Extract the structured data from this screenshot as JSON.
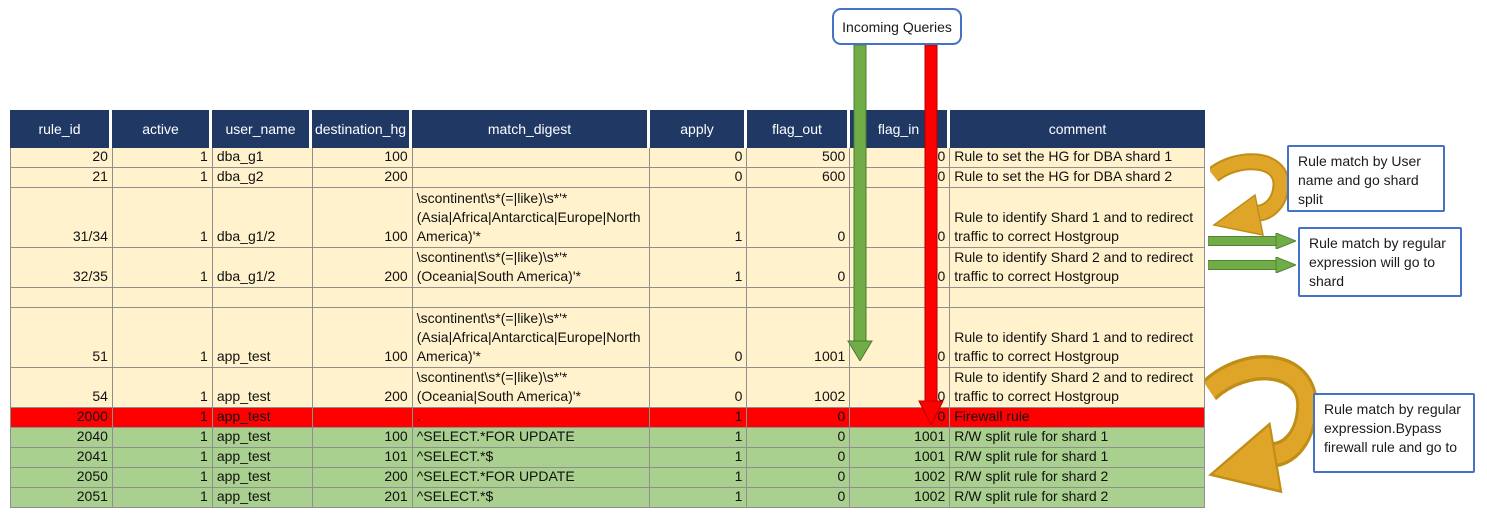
{
  "figure": {
    "incoming_label": "Incoming Queries",
    "callout_user_match": "Rule match by User name and go shard split",
    "callout_regex_match": "Rule match by regular expression will go to shard",
    "callout_regex_bypass": "Rule match by regular expression.Bypass firewall rule and go to"
  },
  "colors": {
    "header_bg": "#1F3864",
    "row_beige": "#FFF2CC",
    "row_red": "#FF0000",
    "row_green": "#A9D08E",
    "arrow_green": "#70AD47",
    "arrow_red": "#FF0000",
    "arrow_gold": "#DFA528",
    "callout_border": "#4472C4"
  },
  "table": {
    "columns": [
      "rule_id",
      "active",
      "user_name",
      "destination_hg",
      "match_digest",
      "apply",
      "flag_out",
      "flag_in",
      "comment"
    ],
    "rows": [
      {
        "variant": "beige",
        "cells": [
          "20",
          "1",
          "dba_g1",
          "100",
          "",
          "0",
          "500",
          "0",
          "Rule to set the HG for DBA shard 1"
        ]
      },
      {
        "variant": "beige",
        "cells": [
          "21",
          "1",
          "dba_g2",
          "200",
          "",
          "0",
          "600",
          "0",
          "Rule to set the HG for DBA shard 2"
        ]
      },
      {
        "variant": "beige",
        "cells": [
          "31/34",
          "1",
          "dba_g1/2",
          "100",
          "\\scontinent\\s*(=|like)\\s*'*(Asia|Africa|Antarctica|Europe|North America)'*",
          "1",
          "0",
          "0",
          "Rule to identify Shard 1 and to redirect traffic to correct Hostgroup"
        ]
      },
      {
        "variant": "beige",
        "cells": [
          "32/35",
          "1",
          "dba_g1/2",
          "200",
          "\\scontinent\\s*(=|like)\\s*'*(Oceania|South America)'*",
          "1",
          "0",
          "0",
          "Rule to identify Shard 2 and to redirect traffic to correct Hostgroup"
        ]
      },
      {
        "variant": "beige",
        "cells": [
          "",
          "",
          "",
          "",
          "",
          "",
          "",
          "",
          ""
        ]
      },
      {
        "variant": "beige",
        "cells": [
          "51",
          "1",
          "app_test",
          "100",
          "\\scontinent\\s*(=|like)\\s*'*(Asia|Africa|Antarctica|Europe|North America)'*",
          "0",
          "1001",
          "0",
          "Rule to identify Shard 1 and to redirect traffic to correct Hostgroup"
        ]
      },
      {
        "variant": "beige",
        "cells": [
          "54",
          "1",
          "app_test",
          "200",
          "\\scontinent\\s*(=|like)\\s*'*(Oceania|South America)'*",
          "0",
          "1002",
          "0",
          "Rule to identify Shard 2 and to redirect traffic to correct Hostgroup"
        ]
      },
      {
        "variant": "red",
        "cells": [
          "2000",
          "1",
          "app_test",
          "",
          ".",
          "1",
          "0",
          "0",
          "Firewall rule"
        ]
      },
      {
        "variant": "green",
        "cells": [
          "2040",
          "1",
          "app_test",
          "100",
          "^SELECT.*FOR UPDATE",
          "1",
          "0",
          "1001",
          "R/W split rule for shard 1"
        ]
      },
      {
        "variant": "green",
        "cells": [
          "2041",
          "1",
          "app_test",
          "101",
          "^SELECT.*$",
          "1",
          "0",
          "1001",
          "R/W split rule for shard 1"
        ]
      },
      {
        "variant": "green",
        "cells": [
          "2050",
          "1",
          "app_test",
          "200",
          "^SELECT.*FOR UPDATE",
          "1",
          "0",
          "1002",
          "R/W split rule for shard 2"
        ]
      },
      {
        "variant": "green",
        "cells": [
          "2051",
          "1",
          "app_test",
          "201",
          "^SELECT.*$",
          "1",
          "0",
          "1002",
          "R/W split rule for shard 2"
        ]
      }
    ]
  }
}
